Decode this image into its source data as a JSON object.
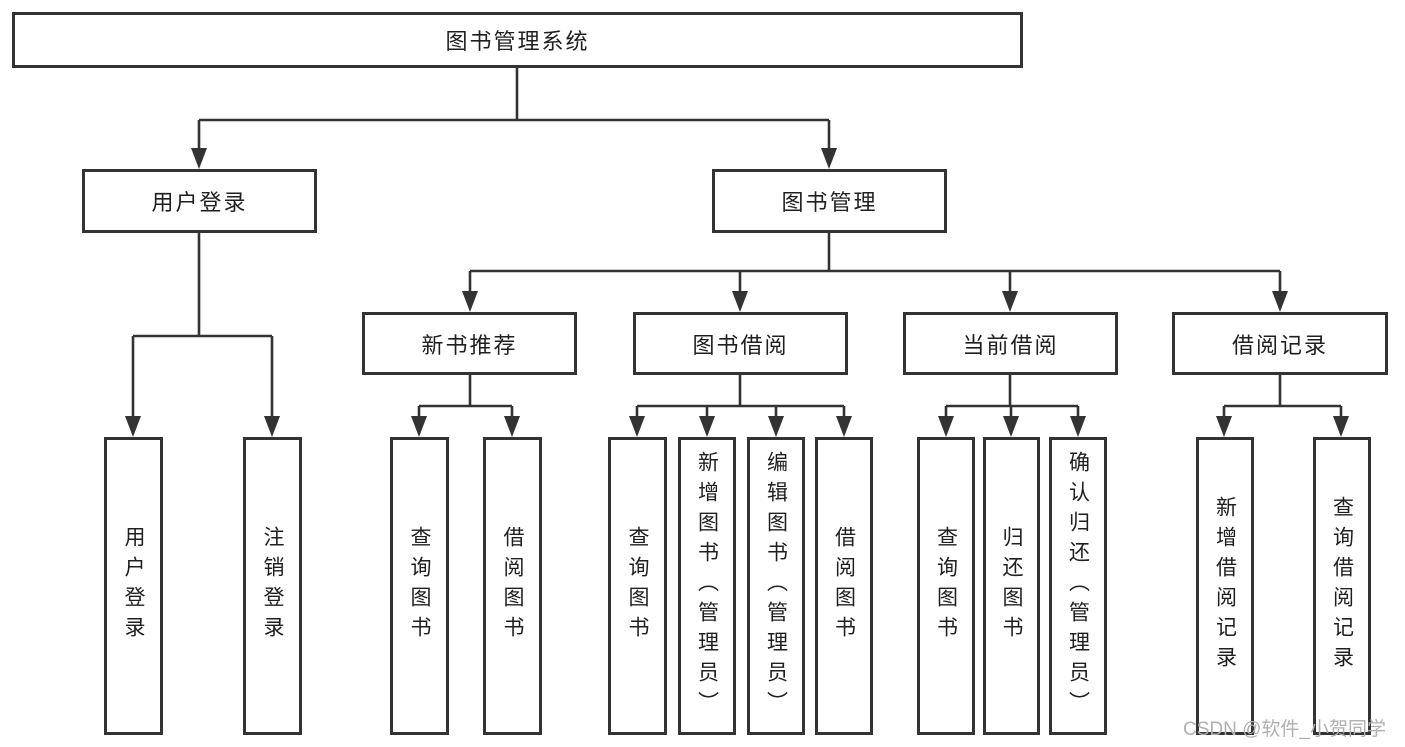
{
  "watermark": "CSDN @软件_小贺同学",
  "colors": {
    "line": "#333333",
    "box_border": "#333333",
    "box_fill": "#ffffff",
    "text": "#1f1f1f",
    "watermark": "#b0b0b0"
  },
  "tree": {
    "label": "图书管理系统",
    "children": [
      {
        "label": "用户登录",
        "children": [
          {
            "label": "用户登录"
          },
          {
            "label": "注销登录"
          }
        ]
      },
      {
        "label": "图书管理",
        "children": [
          {
            "label": "新书推荐",
            "children": [
              {
                "label": "查询图书"
              },
              {
                "label": "借阅图书"
              }
            ]
          },
          {
            "label": "图书借阅",
            "children": [
              {
                "label": "查询图书"
              },
              {
                "label": "新增图书（管理员）"
              },
              {
                "label": "编辑图书（管理员）"
              },
              {
                "label": "借阅图书"
              }
            ]
          },
          {
            "label": "当前借阅",
            "children": [
              {
                "label": "查询图书"
              },
              {
                "label": "归还图书"
              },
              {
                "label": "确认归还（管理员）"
              }
            ]
          },
          {
            "label": "借阅记录",
            "children": [
              {
                "label": "新增借阅记录"
              },
              {
                "label": "查询借阅记录"
              }
            ]
          }
        ]
      }
    ]
  }
}
